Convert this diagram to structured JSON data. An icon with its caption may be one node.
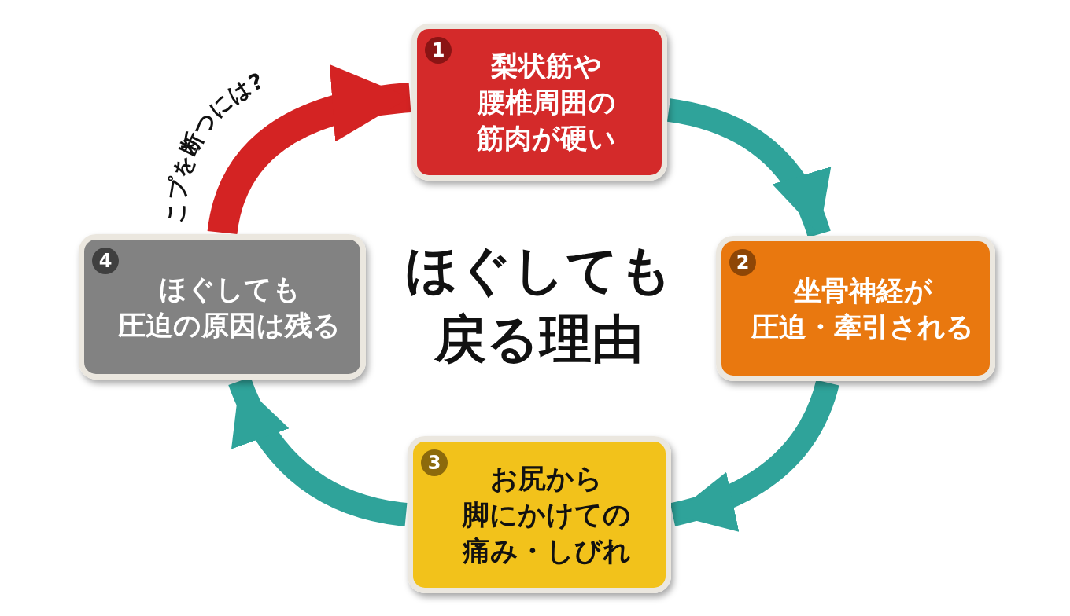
{
  "diagram": {
    "title": "ほぐしても戻る理由",
    "nodes": [
      {
        "text": [
          "1",
          "梨状筋や腰椎周囲の筋肉が硬い"
        ]
      },
      {
        "text": [
          "2",
          "坐骨神経が圧迫・牽引される"
        ]
      },
      {
        "text": [
          "3",
          "お尻から脚にかけての痛み・しびれ"
        ]
      },
      {
        "text": [
          "4",
          "ほぐしても圧迫の原因は残る"
        ]
      }
    ],
    "edges": [
      {
        "from": 0,
        "to": 1,
        "arrow": "to"
      },
      {
        "from": 1,
        "to": 2,
        "arrow": "to"
      },
      {
        "from": 2,
        "to": 3,
        "arrow": "to"
      },
      {
        "from": 3,
        "to": 0,
        "arrow": "to",
        "label": "こプを断つには?",
        "color": "#d42323"
      }
    ]
  }
}
